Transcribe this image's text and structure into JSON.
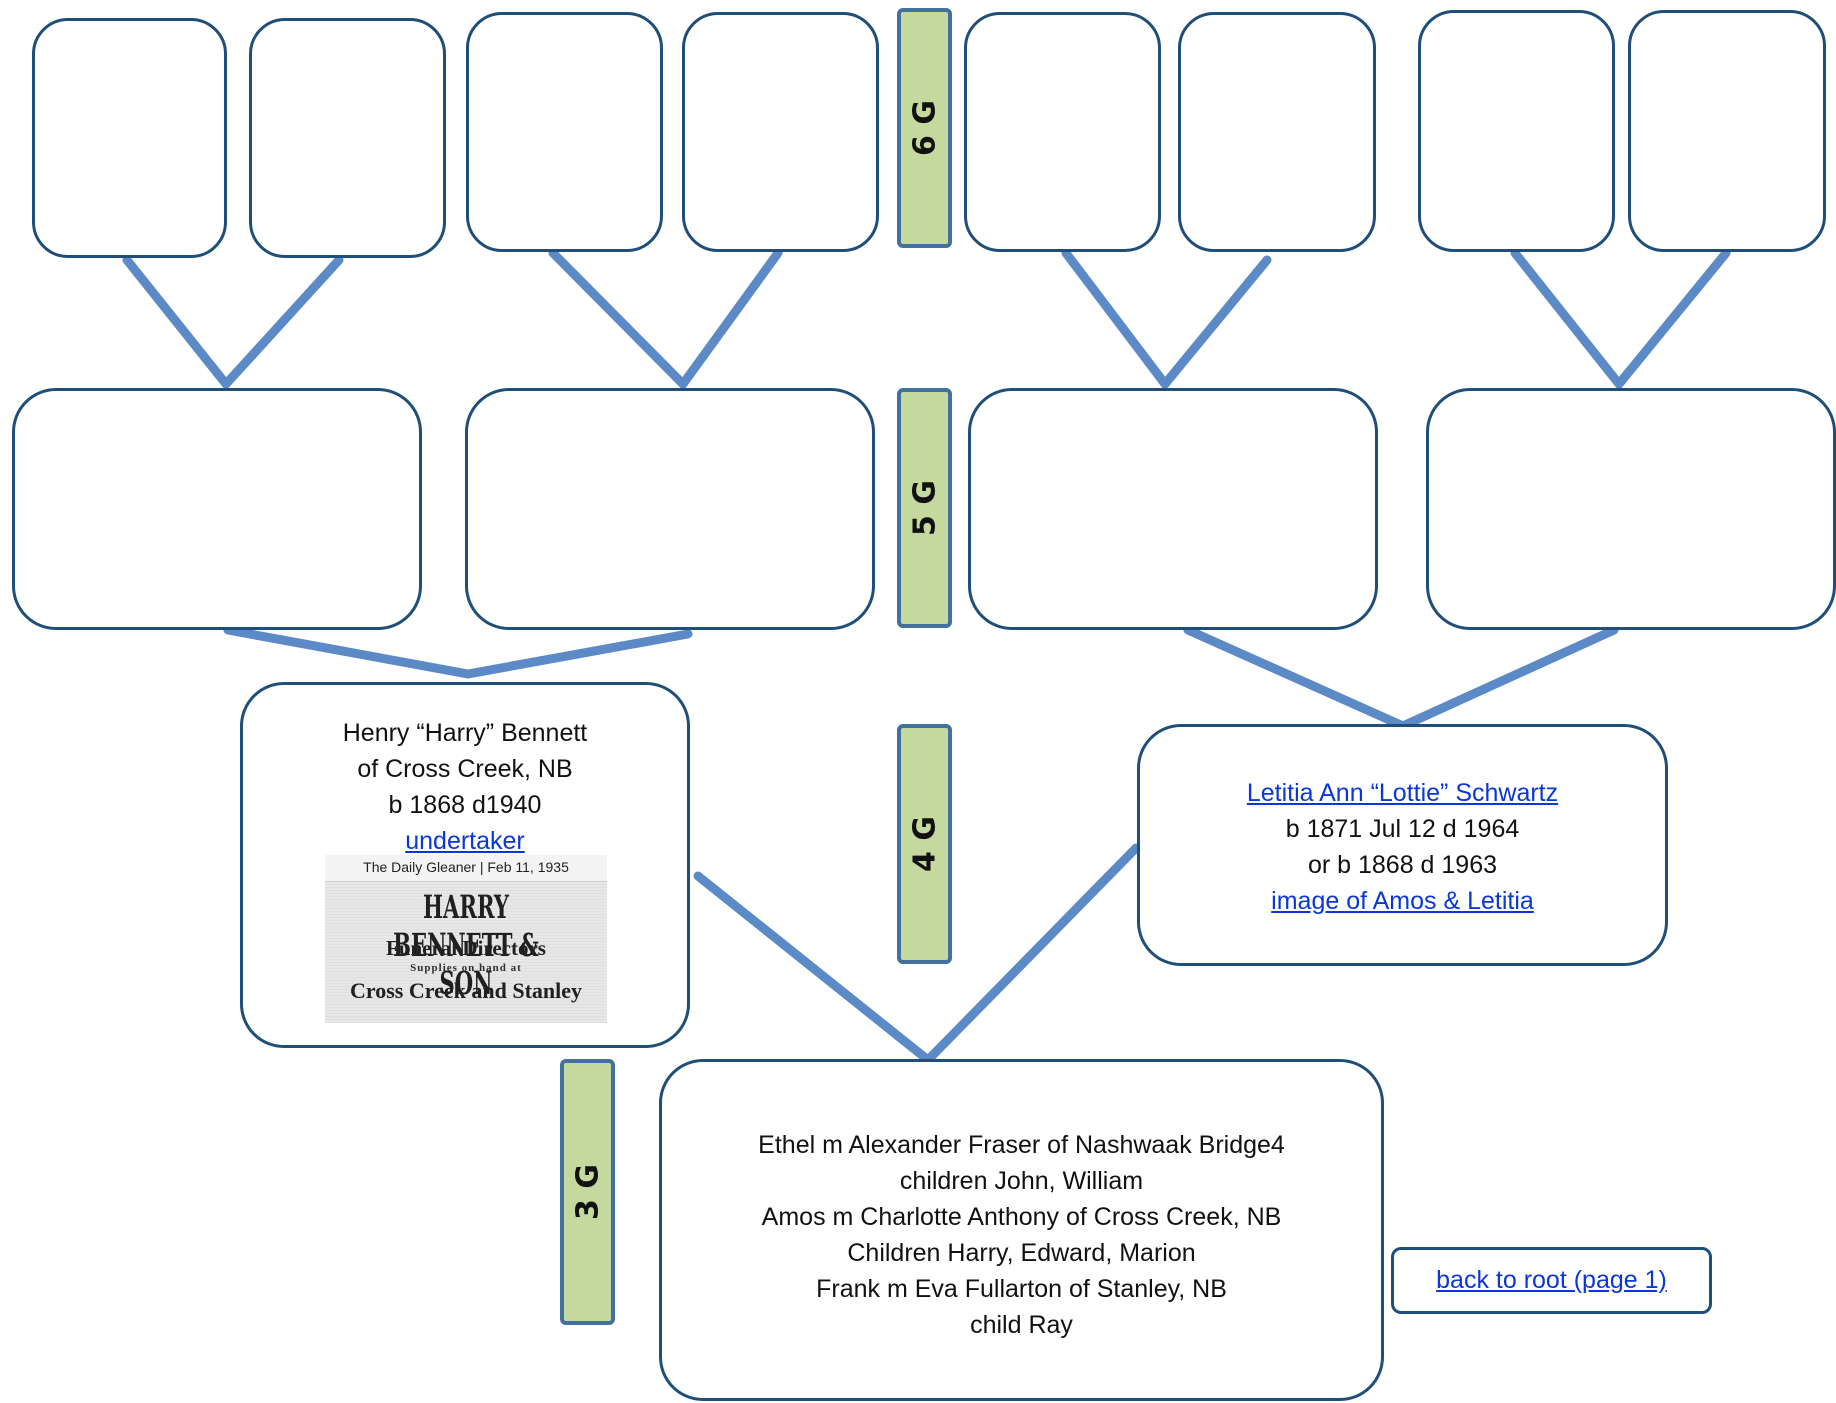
{
  "generations": {
    "g6": "6 G",
    "g5": "5 G",
    "g4": "4 G",
    "g3": "3 G"
  },
  "father": {
    "name": "Henry “Harry” Bennett",
    "place": "of Cross Creek, NB",
    "dates": "b 1868 d1940",
    "occupation_link": "undertaker",
    "clipping": {
      "source": "The Daily Gleaner | Feb 11, 1935",
      "headline": "HARRY BENNETT & SON",
      "line2": "Funeral Directors",
      "line3": "Supplies on hand at",
      "line4": "Cross Creek and Stanley"
    }
  },
  "mother": {
    "name_link": "Letitia Ann “Lottie” Schwartz",
    "dates": "b 1871 Jul 12 d 1964",
    "alt_dates": "or b 1868 d 1963",
    "image_link": "image of Amos & Letitia"
  },
  "children": {
    "line1": "Ethel m Alexander Fraser of Nashwaak Bridge4",
    "line2": "children John, William",
    "line3": "Amos m Charlotte Anthony of Cross Creek, NB",
    "line4": "Children Harry, Edward, Marion",
    "line5": "Frank m Eva Fullarton of Stanley, NB",
    "line6": "child Ray"
  },
  "nav": {
    "back_label": "back to root (page 1)"
  },
  "colors": {
    "connector": "#5b8ac6",
    "box_border": "#1f4e79",
    "gen_fill": "#c5d89d",
    "link": "#0b36d8"
  }
}
